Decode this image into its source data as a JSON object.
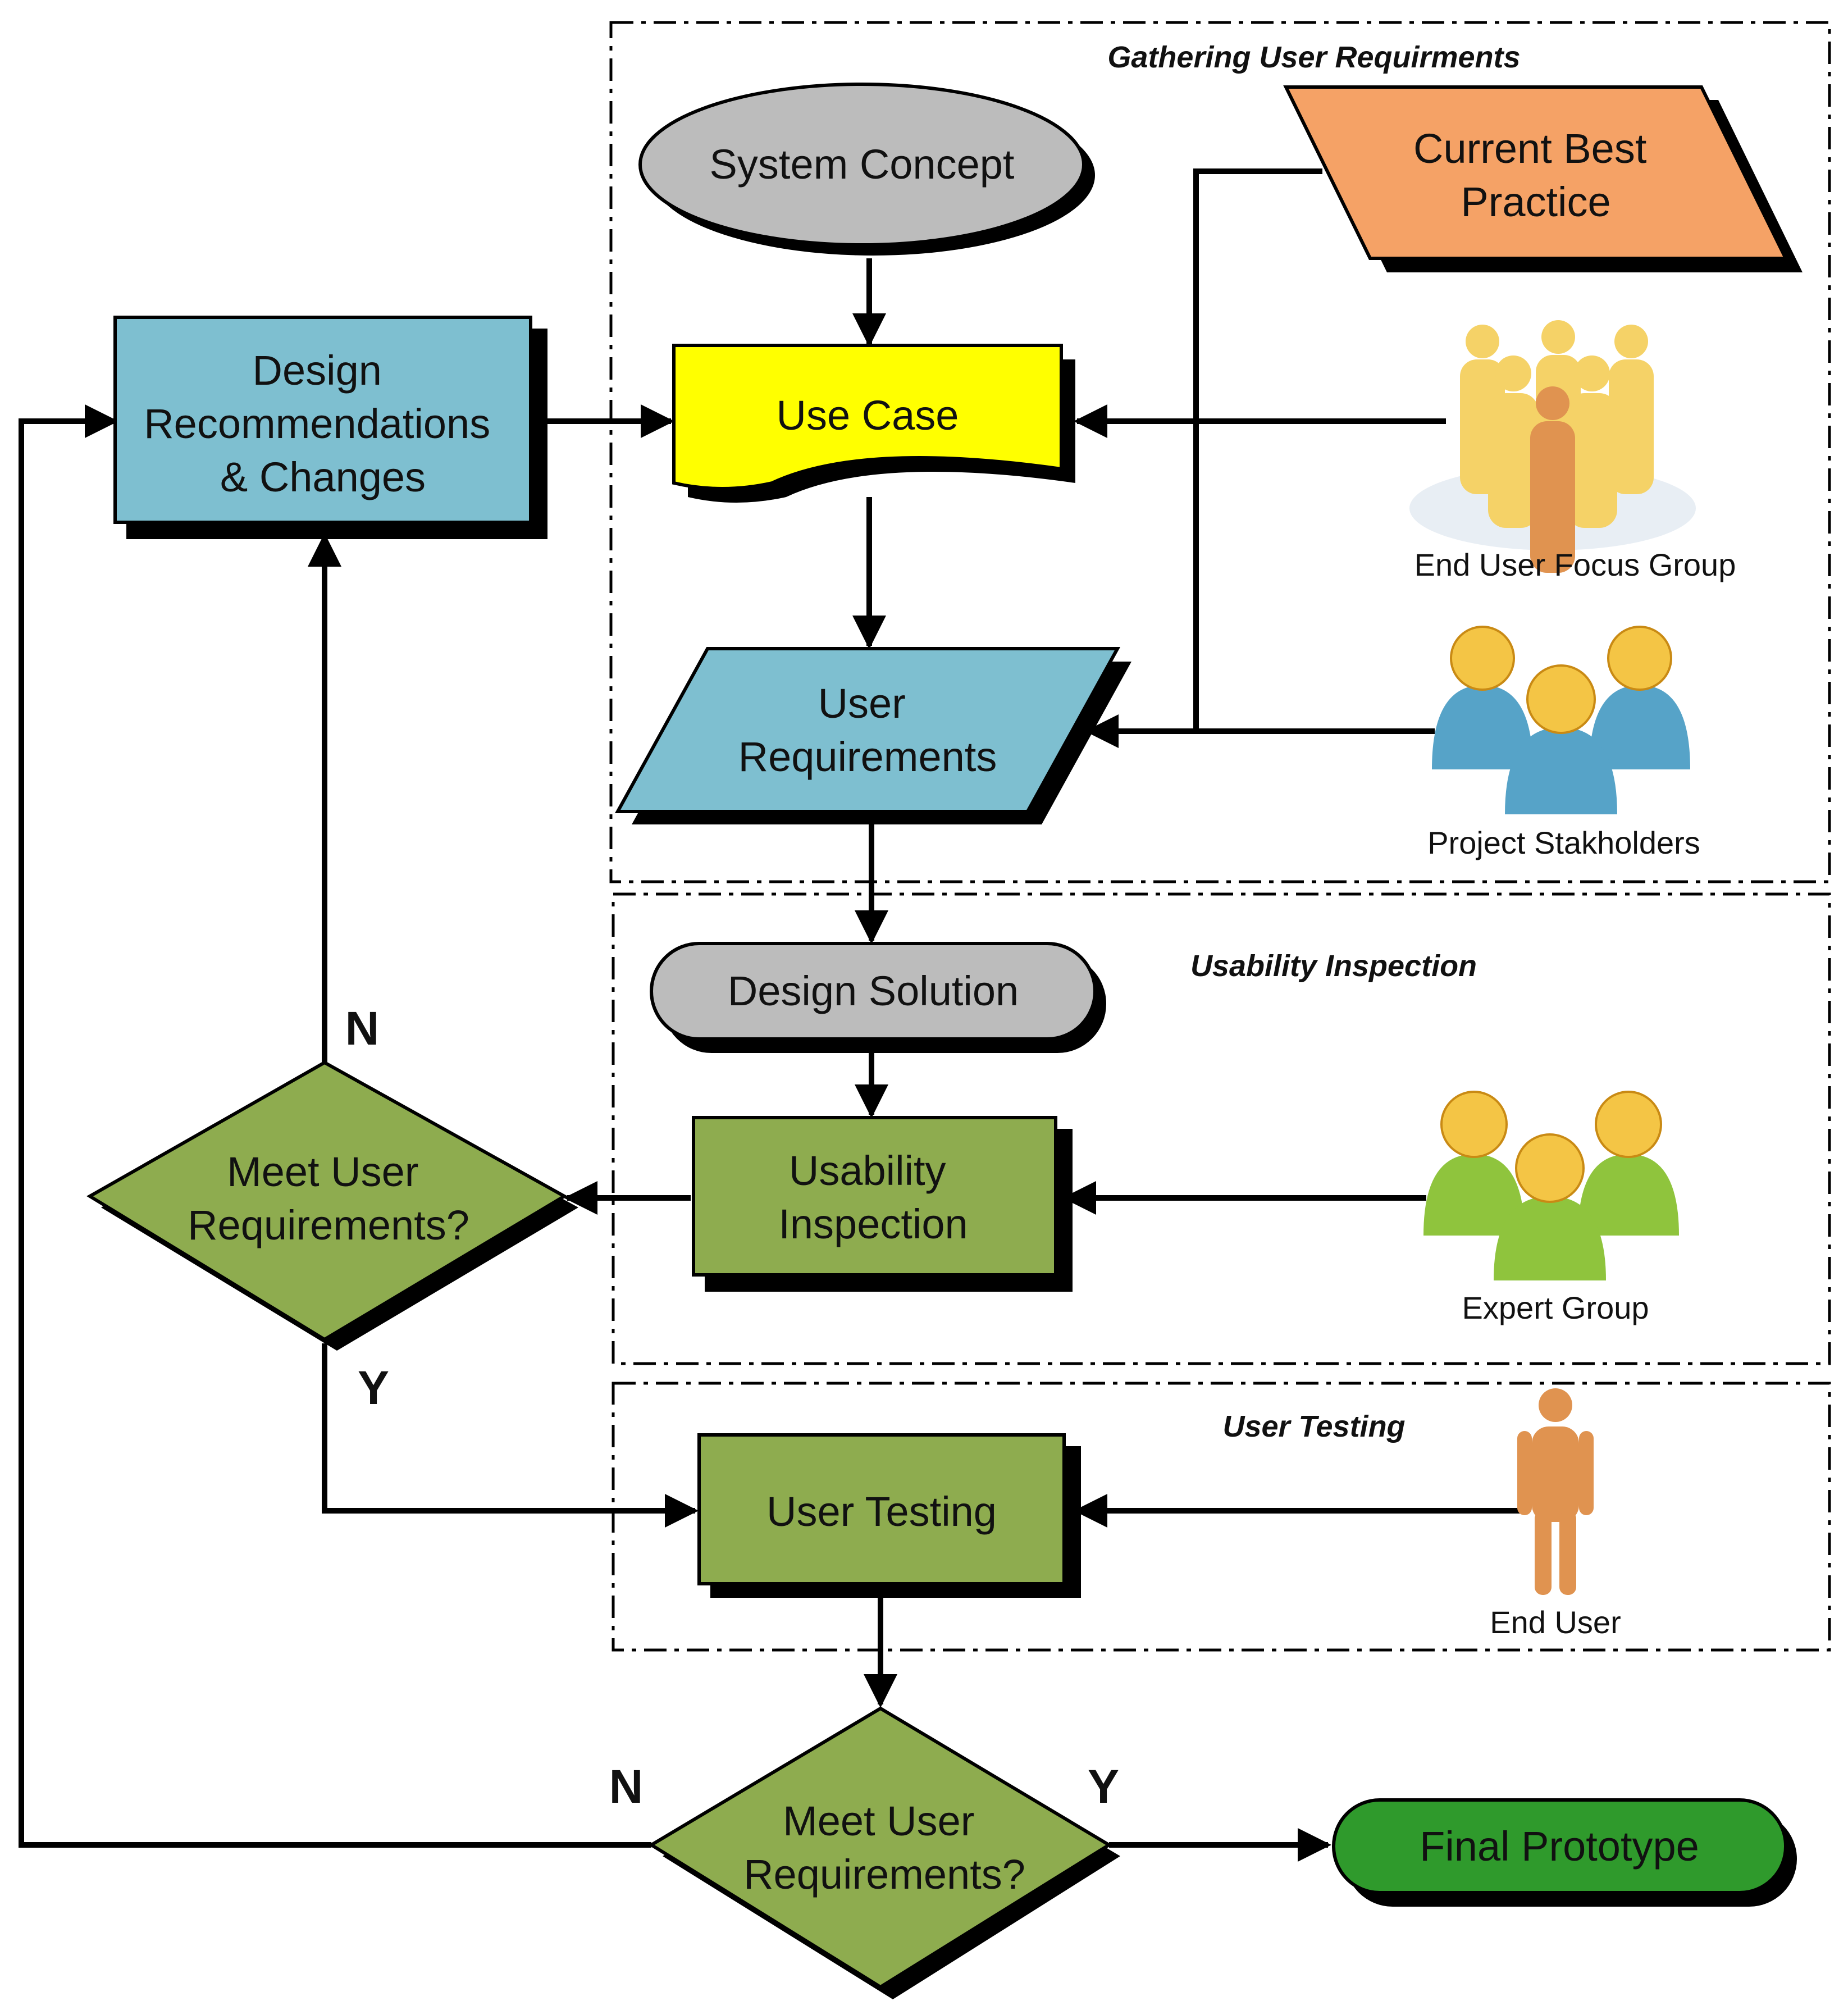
{
  "regions": {
    "gathering": "Gathering User Requirments",
    "inspection": "Usability Inspection",
    "testing": "User Testing"
  },
  "nodes": {
    "system_concept": "System Concept",
    "current_best_practice": [
      "Current Best",
      "Practice"
    ],
    "design_recommendations": [
      "Design",
      "Recommendations",
      "& Changes"
    ],
    "use_case": "Use Case",
    "user_requirements": [
      "User",
      "Requirements"
    ],
    "design_solution": "Design Solution",
    "usability_inspection": [
      "Usability",
      "Inspection"
    ],
    "decision_1": [
      "Meet User",
      "Requirements?"
    ],
    "user_testing": "User Testing",
    "decision_2": [
      "Meet User",
      "Requirements?"
    ],
    "final_prototype": "Final Prototype"
  },
  "people": {
    "focus_group": "End User Focus Group",
    "stakeholders": "Project Stakholders",
    "expert_group": "Expert Group",
    "end_user": "End User"
  },
  "branches": {
    "d1_no": "N",
    "d1_yes": "Y",
    "d2_no": "N",
    "d2_yes": "Y"
  },
  "colors": {
    "gray": "#bcbcbc",
    "orange": "#f5a266",
    "blue": "#7ebfd0",
    "yellow": "#ffff00",
    "green": "#8eac4f",
    "dark_green": "#2f9a2c",
    "head": "#f4c545",
    "stakeholder_body": "#56a3c8",
    "expert_body": "#8fc43d",
    "end_user_body": "#e09350",
    "crowd_body": "#f5d267"
  }
}
